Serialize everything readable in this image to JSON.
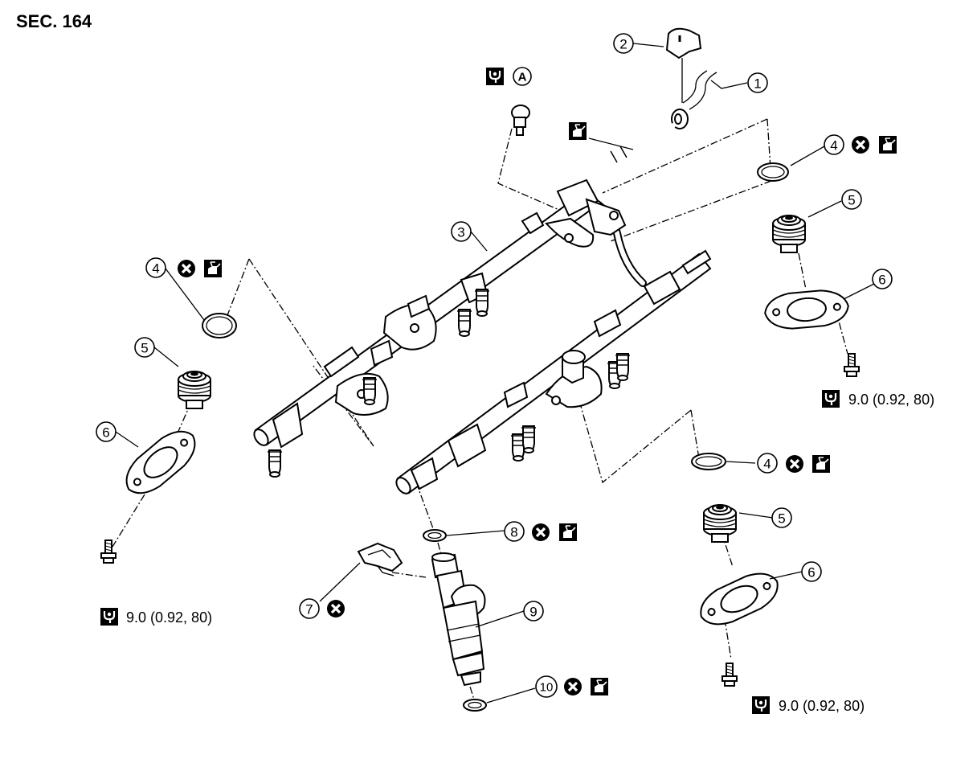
{
  "title": "SEC. 164",
  "callouts": {
    "c1": "1",
    "c2": "2",
    "c3": "3",
    "c4": "4",
    "c5": "5",
    "c6": "6",
    "c7": "7",
    "c8": "8",
    "c9": "9",
    "c10": "10"
  },
  "torque": {
    "right_top": "9.0 (0.92, 80)",
    "left": "9.0 (0.92, 80)",
    "right_bottom": "9.0 (0.92, 80)"
  },
  "reference_letter": "A",
  "icons": [
    "torque-wrench-icon",
    "do-not-reuse-icon",
    "oil-can-icon"
  ]
}
